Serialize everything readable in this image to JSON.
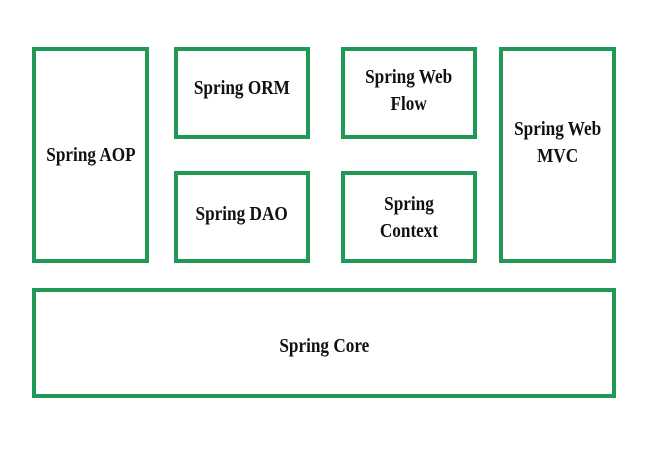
{
  "diagram": {
    "border_color": "#1f9955",
    "modules": {
      "aop": "Spring AOP",
      "orm": "Spring ORM",
      "web_flow": "Spring Web\nFlow",
      "web_mvc": "Spring Web\nMVC",
      "dao": "Spring DAO",
      "context": "Spring Context",
      "core": "Spring Core"
    }
  }
}
